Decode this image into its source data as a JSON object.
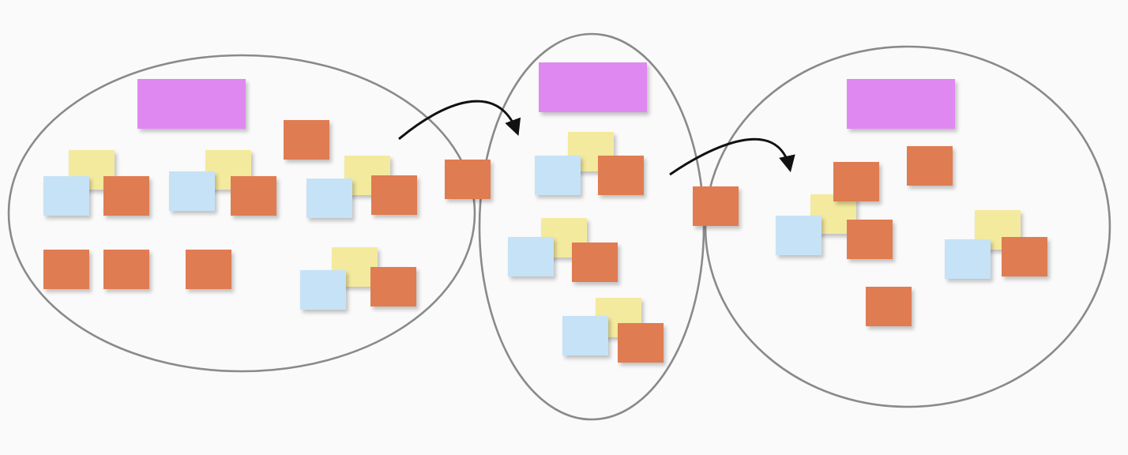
{
  "colors": {
    "background": "#fafafa",
    "outline": "#8a8a8a",
    "arrow": "#111111",
    "header_note": "#e088f2",
    "yellow_note": "#f4ea9e",
    "blue_note": "#c6e2f6",
    "orange_note": "#e07b51"
  },
  "diagram": {
    "groups": [
      {
        "id": "left-group",
        "header": "pink",
        "clusters": [
          {
            "notes": [
              "yellow",
              "blue",
              "orange"
            ]
          },
          {
            "notes": [
              "yellow",
              "blue",
              "orange"
            ]
          },
          {
            "notes": [
              "yellow",
              "blue",
              "orange"
            ]
          },
          {
            "notes": [
              "yellow",
              "blue",
              "orange"
            ]
          }
        ],
        "single_notes": [
          "orange",
          "orange",
          "orange",
          "orange"
        ]
      },
      {
        "id": "middle-group",
        "header": "pink",
        "clusters": [
          {
            "notes": [
              "yellow",
              "blue",
              "orange"
            ]
          },
          {
            "notes": [
              "yellow",
              "blue",
              "orange"
            ]
          },
          {
            "notes": [
              "yellow",
              "blue",
              "orange"
            ]
          }
        ],
        "single_notes": []
      },
      {
        "id": "right-group",
        "header": "pink",
        "clusters": [
          {
            "notes": [
              "yellow",
              "blue",
              "orange"
            ]
          },
          {
            "notes": [
              "yellow",
              "blue",
              "orange"
            ]
          }
        ],
        "single_notes": [
          "orange",
          "orange",
          "orange"
        ]
      }
    ],
    "overlap_notes": [
      {
        "between": [
          "left-group",
          "middle-group"
        ],
        "color": "orange"
      },
      {
        "between": [
          "middle-group",
          "right-group"
        ],
        "color": "orange"
      }
    ],
    "arrows": [
      {
        "from": "left-group",
        "to": "middle-group",
        "icon": "curved-arrow-icon"
      },
      {
        "from": "middle-group",
        "to": "right-group",
        "icon": "curved-arrow-icon"
      }
    ]
  }
}
